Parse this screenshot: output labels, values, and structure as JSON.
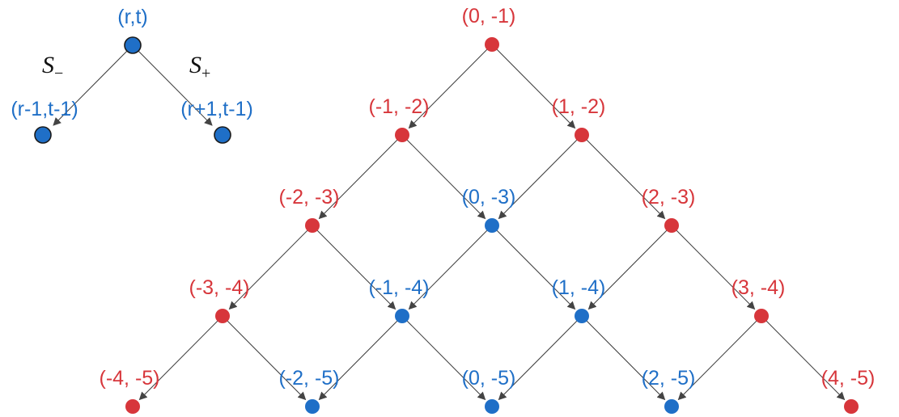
{
  "colors": {
    "red": "#d7363b",
    "blue": "#1f6fc7",
    "edge": "#3a3a3a",
    "arrow": "#444444",
    "node_outline": "#1a1a1a"
  },
  "legend": {
    "parent_label": "(r,t)",
    "left_child_label": "(r-1,t-1)",
    "right_child_label": "(r+1,t-1)",
    "left_operator": {
      "symbol": "S",
      "subscript": "−"
    },
    "right_operator": {
      "symbol": "S",
      "subscript": "+"
    }
  },
  "lattice": {
    "nodes": [
      {
        "id": "n0",
        "label": "(0, -1)",
        "color": "red"
      },
      {
        "id": "n1",
        "label": "(-1, -2)",
        "color": "red"
      },
      {
        "id": "n2",
        "label": "(1, -2)",
        "color": "red"
      },
      {
        "id": "n3",
        "label": "(-2, -3)",
        "color": "red"
      },
      {
        "id": "n4",
        "label": "(0, -3)",
        "color": "blue"
      },
      {
        "id": "n5",
        "label": "(2, -3)",
        "color": "red"
      },
      {
        "id": "n6",
        "label": "(-3, -4)",
        "color": "red"
      },
      {
        "id": "n7",
        "label": "(-1, -4)",
        "color": "blue"
      },
      {
        "id": "n8",
        "label": "(1, -4)",
        "color": "blue"
      },
      {
        "id": "n9",
        "label": "(3, -4)",
        "color": "red"
      },
      {
        "id": "n10",
        "label": "(-4, -5)",
        "color": "red"
      },
      {
        "id": "n11",
        "label": "(-2, -5)",
        "color": "blue"
      },
      {
        "id": "n12",
        "label": "(0, -5)",
        "color": "blue"
      },
      {
        "id": "n13",
        "label": "(2, -5)",
        "color": "blue"
      },
      {
        "id": "n14",
        "label": "(4, -5)",
        "color": "red"
      }
    ],
    "edges": [
      [
        "n0",
        "n1"
      ],
      [
        "n0",
        "n2"
      ],
      [
        "n1",
        "n3"
      ],
      [
        "n1",
        "n4"
      ],
      [
        "n2",
        "n4"
      ],
      [
        "n2",
        "n5"
      ],
      [
        "n3",
        "n6"
      ],
      [
        "n3",
        "n7"
      ],
      [
        "n4",
        "n7"
      ],
      [
        "n4",
        "n8"
      ],
      [
        "n5",
        "n8"
      ],
      [
        "n5",
        "n9"
      ],
      [
        "n6",
        "n10"
      ],
      [
        "n6",
        "n11"
      ],
      [
        "n7",
        "n11"
      ],
      [
        "n7",
        "n12"
      ],
      [
        "n8",
        "n12"
      ],
      [
        "n8",
        "n13"
      ],
      [
        "n9",
        "n13"
      ],
      [
        "n9",
        "n14"
      ]
    ]
  }
}
